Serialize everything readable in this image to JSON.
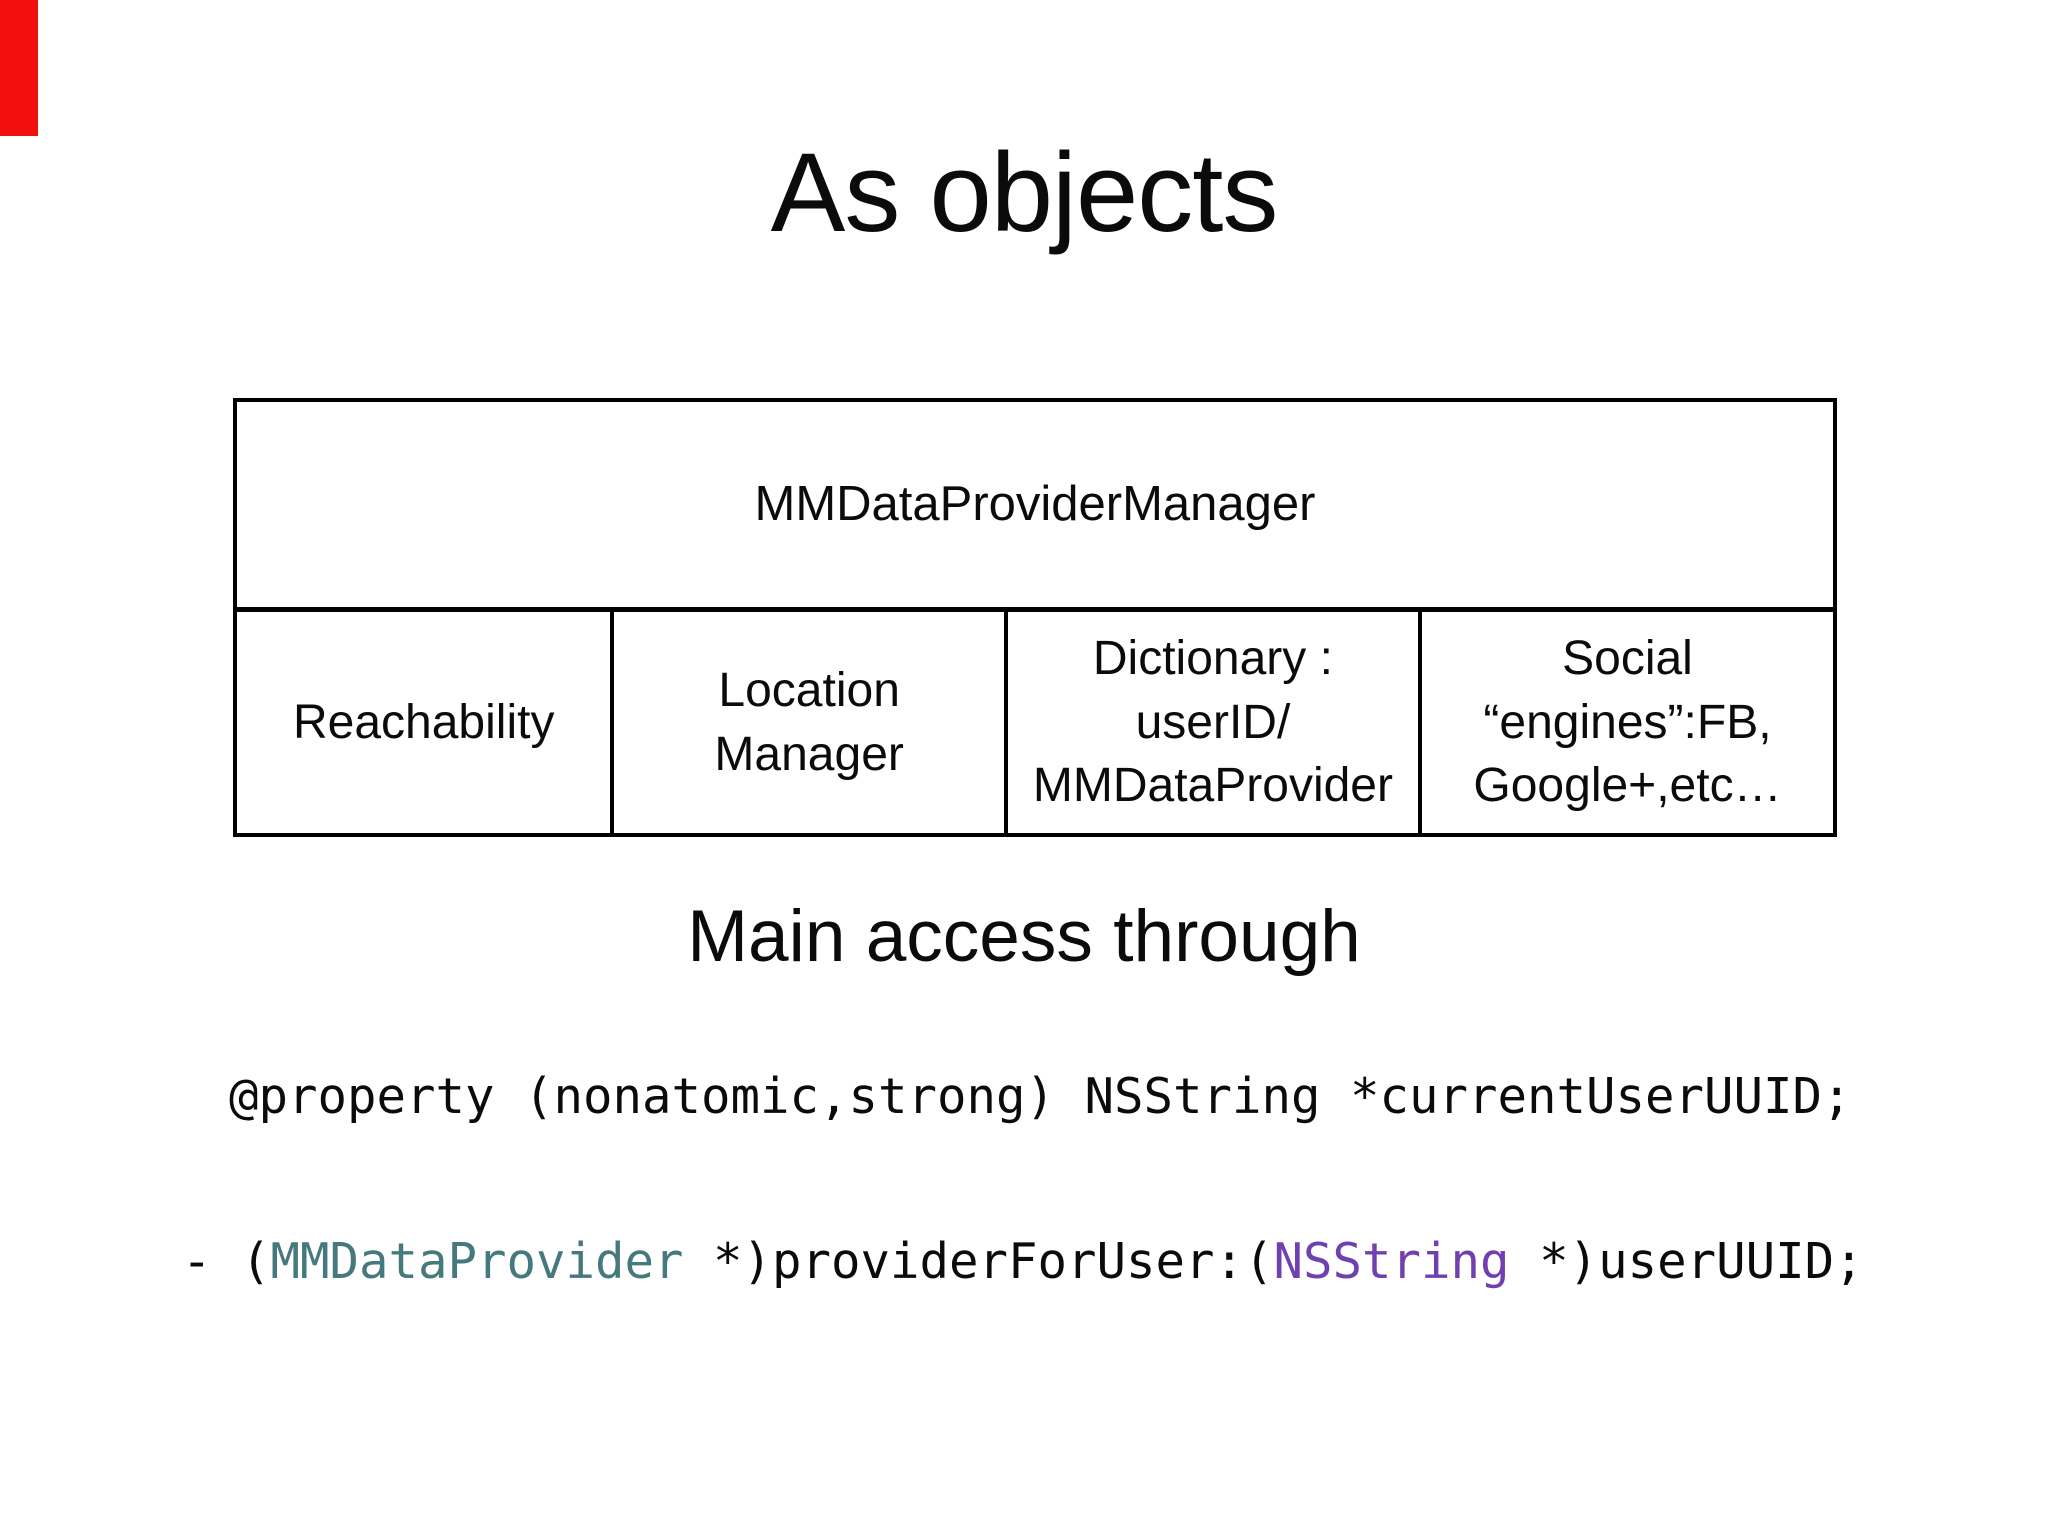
{
  "slide": {
    "title": "As objects",
    "subtitle": "Main access through"
  },
  "diagram": {
    "header": "MMDataProviderManager",
    "cells": [
      {
        "lines": [
          "Reachability"
        ]
      },
      {
        "lines": [
          "Location",
          "Manager"
        ]
      },
      {
        "lines": [
          "Dictionary :",
          "userID/",
          "MMDataProvider"
        ]
      },
      {
        "lines": [
          "Social",
          "“engines”:FB,",
          "Google+,etc…"
        ]
      }
    ]
  },
  "code": {
    "property_line": "@property (nonatomic,strong) NSString *currentUserUUID;",
    "method": {
      "prefix": "- (",
      "class_name": "MMDataProvider",
      "middle": " *)providerForUser:(",
      "type_name": "NSString",
      "suffix": " *)userUUID;"
    }
  },
  "colors": {
    "class_name_teal": "#45797d",
    "type_name_purple": "#7040b0",
    "marker_red": "#f2100e",
    "text_black": "#0b0b0b",
    "border_black": "#000000"
  }
}
